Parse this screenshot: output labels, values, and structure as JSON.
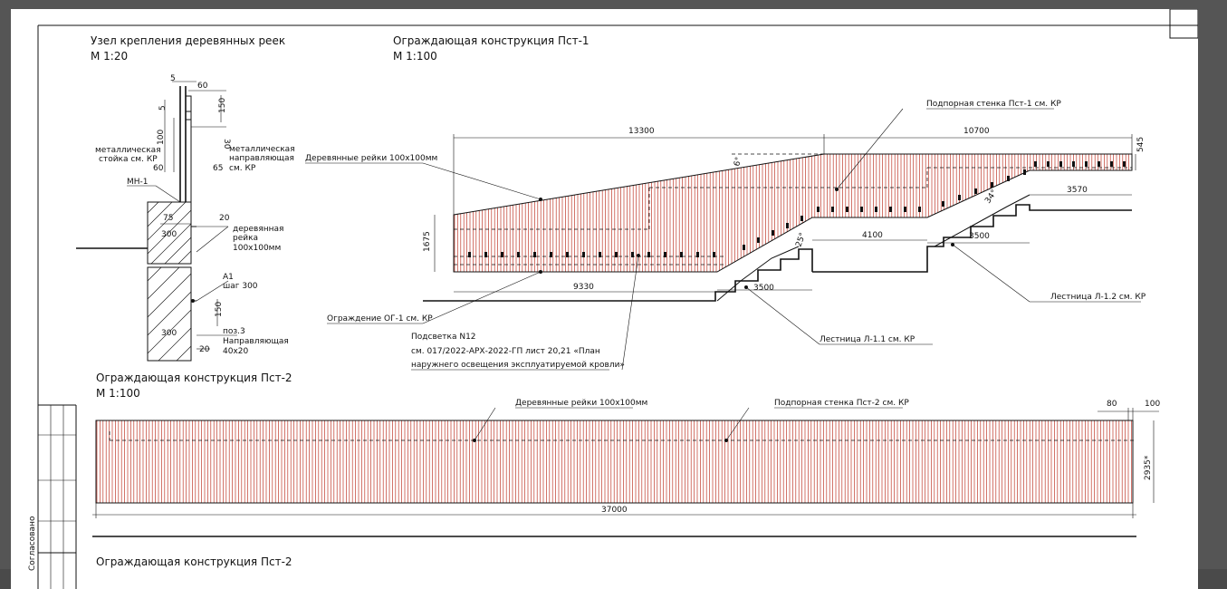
{
  "node": {
    "title": "Узел крепления деревянных реек",
    "scale": "М 1:20",
    "labels": {
      "post": [
        "металлическая",
        "стойка см. КР"
      ],
      "guide_top": [
        "металлическая",
        "направляющая",
        "см. КР"
      ],
      "mn": "МН-1",
      "wood": [
        "деревянная",
        "рейка",
        "100х100мм"
      ],
      "a1": "А1",
      "step": "шаг 300",
      "pos": "поз.3",
      "guide_bot": [
        "Направляющая",
        "40х20"
      ]
    },
    "dims": {
      "d5": "5",
      "d60a": "60",
      "d5b": "5",
      "d150a": "150",
      "d100": "100",
      "d30": "30",
      "d60b": "60",
      "d65": "65",
      "d75": "75",
      "d20a": "20",
      "d300a": "300",
      "d150b": "150",
      "d300b": "300",
      "d20b": "20"
    }
  },
  "pst1": {
    "title": "Ограждающая конструкция Пст-1",
    "scale": "М 1:100",
    "callouts": {
      "wall": "Подпорная стенка Пст-1 см. КР",
      "wood": "Деревянные рейки 100х100мм",
      "fence": "Ограждение ОГ-1 см. КР",
      "light1": "Подсветка N12",
      "light2": "см. 017/2022-АРХ-2022-ГП лист 20,21 «План",
      "light3": "наружнего освещения эксплуатируемой кровли»",
      "stair1": "Лестница Л-1.1 см. КР",
      "stair2": "Лестница Л-1.2 см. КР"
    },
    "dims": {
      "d13300": "13300",
      "d10700": "10700",
      "d545": "545",
      "d3570": "3570",
      "d4100": "4100",
      "d3500a": "3500",
      "d1675": "1675",
      "d9330": "9330",
      "d3500b": "3500",
      "a6": "6°",
      "a25": "25°",
      "a34": "34°"
    }
  },
  "pst2": {
    "title": "Ограждающая конструкция Пст-2",
    "scale": "М 1:100",
    "callouts": {
      "wood": "Деревянные рейки 100х100мм",
      "wall": "Подпорная стенка Пст-2 см. КР"
    },
    "dims": {
      "d80": "80",
      "d100": "100",
      "d2935": "2935*",
      "d37000": "37000"
    }
  },
  "pst2b": {
    "title": "Ограждающая конструкция Пст-2"
  },
  "stamp": {
    "side": "Согласовано"
  },
  "colors": {
    "slat": "#c0392b",
    "ink": "#111111"
  }
}
